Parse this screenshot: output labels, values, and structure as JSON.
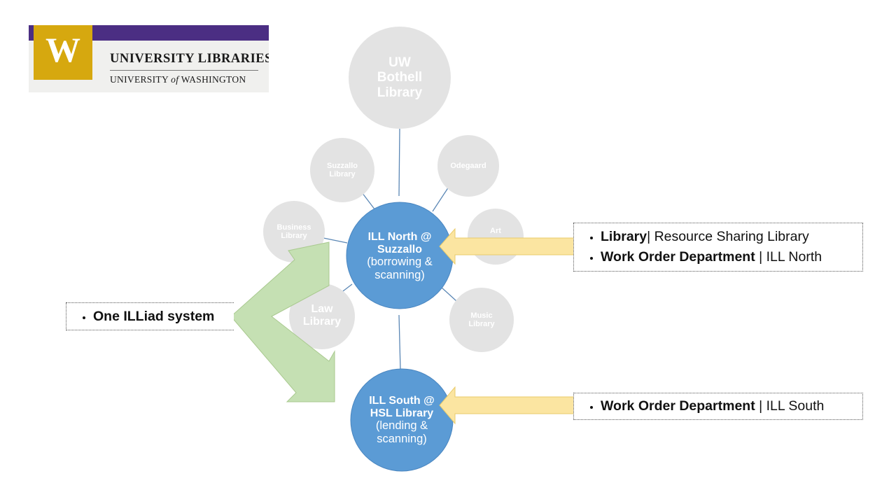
{
  "logo": {
    "letter": "W",
    "line1": "UNIVERSITY LIBRARIES",
    "line2_pre": "UNIVERSITY ",
    "line2_of": "of",
    "line2_post": " WASHINGTON",
    "colors": {
      "purple": "#4b2e83",
      "gold": "#d6a80f"
    }
  },
  "nodes": {
    "bothell": "UW Bothell Library",
    "suzzallo": "Suzzallo Library",
    "odegaard": "Odegaard",
    "business": "Business Library",
    "art": "Art",
    "law": "Law Library",
    "music": "Music Library",
    "ill_north": {
      "title": "ILL North @ Suzzallo",
      "sub": "(borrowing & scanning)"
    },
    "ill_south": {
      "title": "ILL South @ HSL Library",
      "sub": "(lending & scanning)"
    }
  },
  "callouts": {
    "north": {
      "item1_bold": "Library",
      "item1_rest": "| Resource Sharing Library",
      "item2_bold": "Work Order Department",
      "item2_rest": " | ILL North"
    },
    "south": {
      "item1_bold": "Work Order Department",
      "item1_rest": " | ILL South"
    },
    "illiad": {
      "item1_bold": "One ILLiad system"
    }
  },
  "colors": {
    "grey_node": "#e3e3e3",
    "blue_hub": "#5b9bd5",
    "connector": "#5b87b5",
    "yellow_arrow": "#fbe5a1",
    "green_chevron": "#c5e0b3"
  }
}
